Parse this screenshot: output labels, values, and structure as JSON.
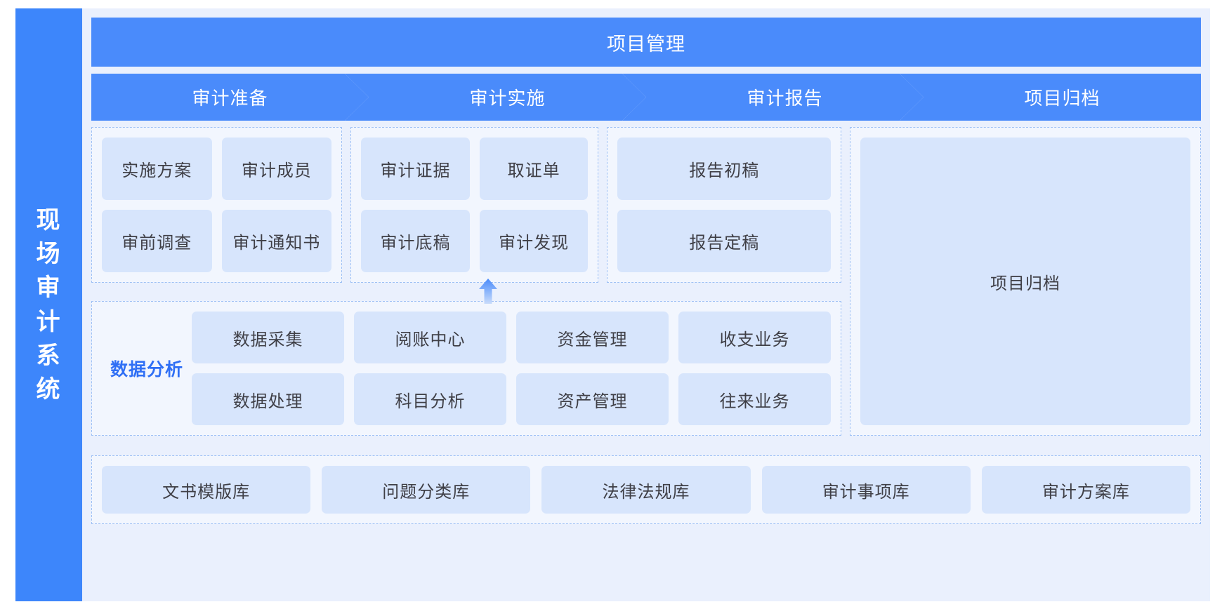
{
  "colors": {
    "brand_blue": "#3d86fb",
    "bar_blue": "#4a8bfb",
    "panel_bg": "#eaf0fd",
    "card_bg": "#d7e5fc",
    "dash_border": "#9dc0f5",
    "group_bg": "#f2f6fe",
    "label_blue": "#2f6ff5",
    "text_dark": "#3f3f46"
  },
  "rail": {
    "title": "现场审计系统"
  },
  "header": {
    "title": "项目管理"
  },
  "process": {
    "steps": [
      {
        "label": "审计准备"
      },
      {
        "label": "审计实施"
      },
      {
        "label": "审计报告"
      },
      {
        "label": "项目归档"
      }
    ]
  },
  "stages": {
    "prepare": {
      "items": [
        "实施方案",
        "审计成员",
        "审前调查",
        "审计通知书"
      ]
    },
    "execute": {
      "items": [
        "审计证据",
        "取证单",
        "审计底稿",
        "审计发现"
      ]
    },
    "report": {
      "items": [
        "报告初稿",
        "报告定稿"
      ]
    },
    "archive": {
      "label": "项目归档"
    }
  },
  "analysis": {
    "label": "数据分析",
    "items": [
      "数据采集",
      "阅账中心",
      "资金管理",
      "收支业务",
      "数据处理",
      "科目分析",
      "资产管理",
      "往来业务"
    ]
  },
  "library": {
    "items": [
      "文书模版库",
      "问题分类库",
      "法律法规库",
      "审计事项库",
      "审计方案库"
    ]
  },
  "icons": {
    "up_arrow": "up-arrow-icon"
  }
}
